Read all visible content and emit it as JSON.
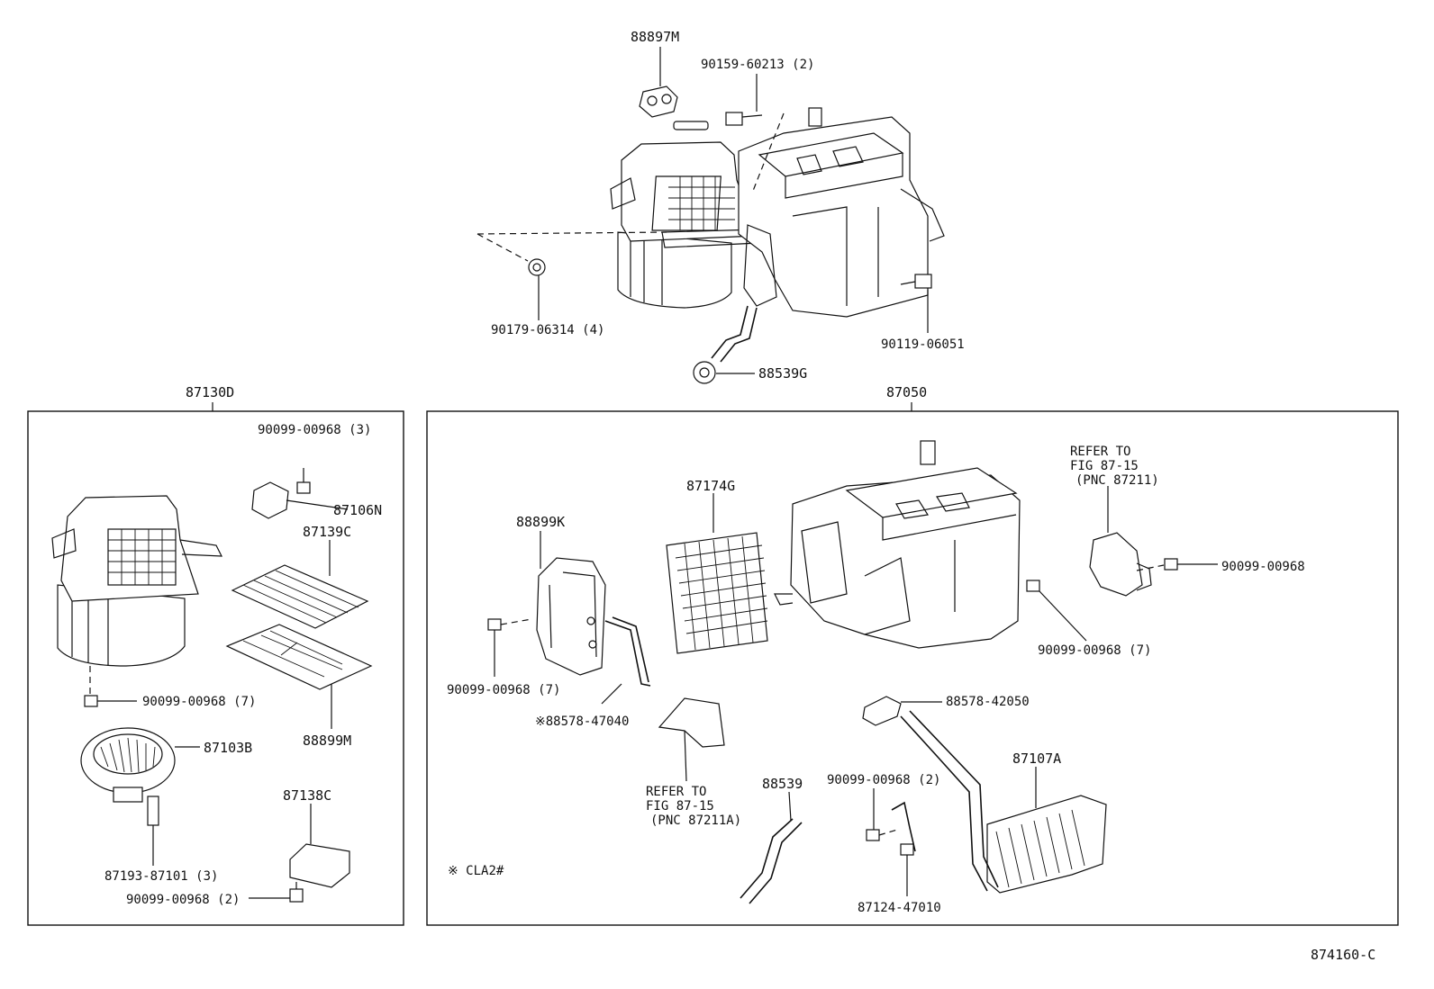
{
  "labels": {
    "p88897m": "88897M",
    "p90159": "90159-60213 (2)",
    "p90179": "90179-06314 (4)",
    "p90119": "90119-06051",
    "p88539g": "88539G",
    "p87130d": "87130D",
    "p87050": "87050",
    "l_90099_3": "90099-00968 (3)",
    "l_87106n": "87106N",
    "l_87139c": "87139C",
    "l_90099_7a": "90099-00968 (7)",
    "l_88899m": "88899M",
    "l_87103b": "87103B",
    "l_87138c": "87138C",
    "l_87193": "87193-87101 (3)",
    "l_90099_2a": "90099-00968 (2)",
    "r_refer1_a": "REFER TO",
    "r_refer1_b": "FIG 87-15",
    "r_refer1_c": "(PNC 87211)",
    "r_87174g": "87174G",
    "r_88899k": "88899K",
    "r_90099": "90099-00968",
    "r_90099_7b": "90099-00968 (7)",
    "r_90099_7c": "90099-00968 (7)",
    "r_88578_47040": "※88578-47040",
    "r_88578_42050": "88578-42050",
    "r_87107a": "87107A",
    "r_refer2_a": "REFER TO",
    "r_refer2_b": "FIG 87-15",
    "r_refer2_c": "(PNC 87211A)",
    "r_88539": "88539",
    "r_90099_2b": "90099-00968 (2)",
    "r_87124": "87124-47010",
    "r_cla2": "※ CLA2#",
    "fig_id": "874160-C"
  }
}
